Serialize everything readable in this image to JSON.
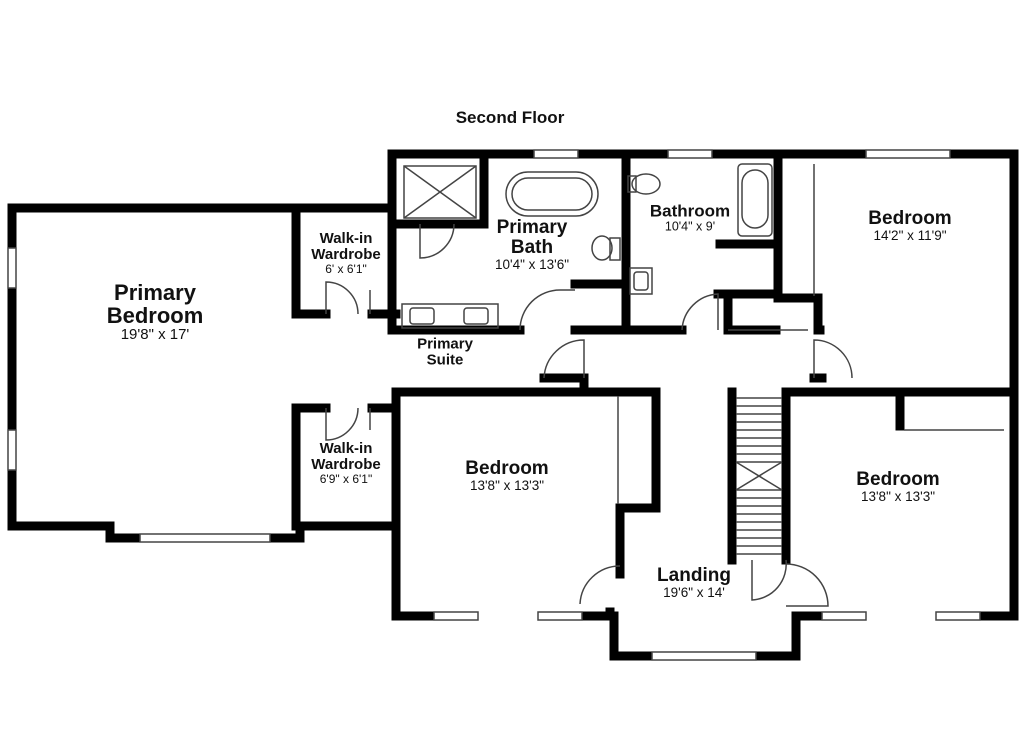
{
  "floor_title": "Second Floor",
  "rooms": {
    "primary_bedroom": {
      "name_line1": "Primary",
      "name_line2": "Bedroom",
      "dims": "19'8\" x 17'"
    },
    "walkin_wardrobe_1": {
      "name_line1": "Walk-in",
      "name_line2": "Wardrobe",
      "dims": "6' x 6'1\""
    },
    "walkin_wardrobe_2": {
      "name_line1": "Walk-in",
      "name_line2": "Wardrobe",
      "dims": "6'9\" x 6'1\""
    },
    "primary_bath": {
      "name_line1": "Primary",
      "name_line2": "Bath",
      "dims": "10'4\" x 13'6\""
    },
    "primary_suite": {
      "name_line1": "Primary",
      "name_line2": "Suite"
    },
    "bathroom": {
      "name": "Bathroom",
      "dims": "10'4\" x 9'"
    },
    "bedroom_ne": {
      "name": "Bedroom",
      "dims": "14'2\" x 11'9\""
    },
    "bedroom_center": {
      "name": "Bedroom",
      "dims": "13'8\" x 13'3\""
    },
    "bedroom_se": {
      "name": "Bedroom",
      "dims": "13'8\" x 13'3\""
    },
    "landing": {
      "name": "Landing",
      "dims": "19'6\" x 14'"
    }
  },
  "colors": {
    "wall": "#000000",
    "fixture": "#555555",
    "background": "#ffffff"
  }
}
